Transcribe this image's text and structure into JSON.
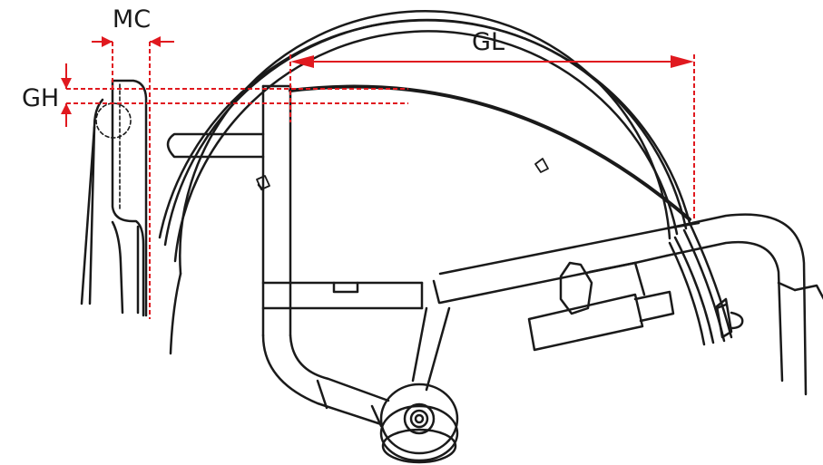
{
  "dimensions": {
    "mc": {
      "label": "MC"
    },
    "gh": {
      "label": "GH"
    },
    "gl": {
      "label": "GL"
    }
  },
  "colors": {
    "dimension": "#e0191f",
    "outline": "#1a1a1a",
    "background": "#ffffff"
  }
}
